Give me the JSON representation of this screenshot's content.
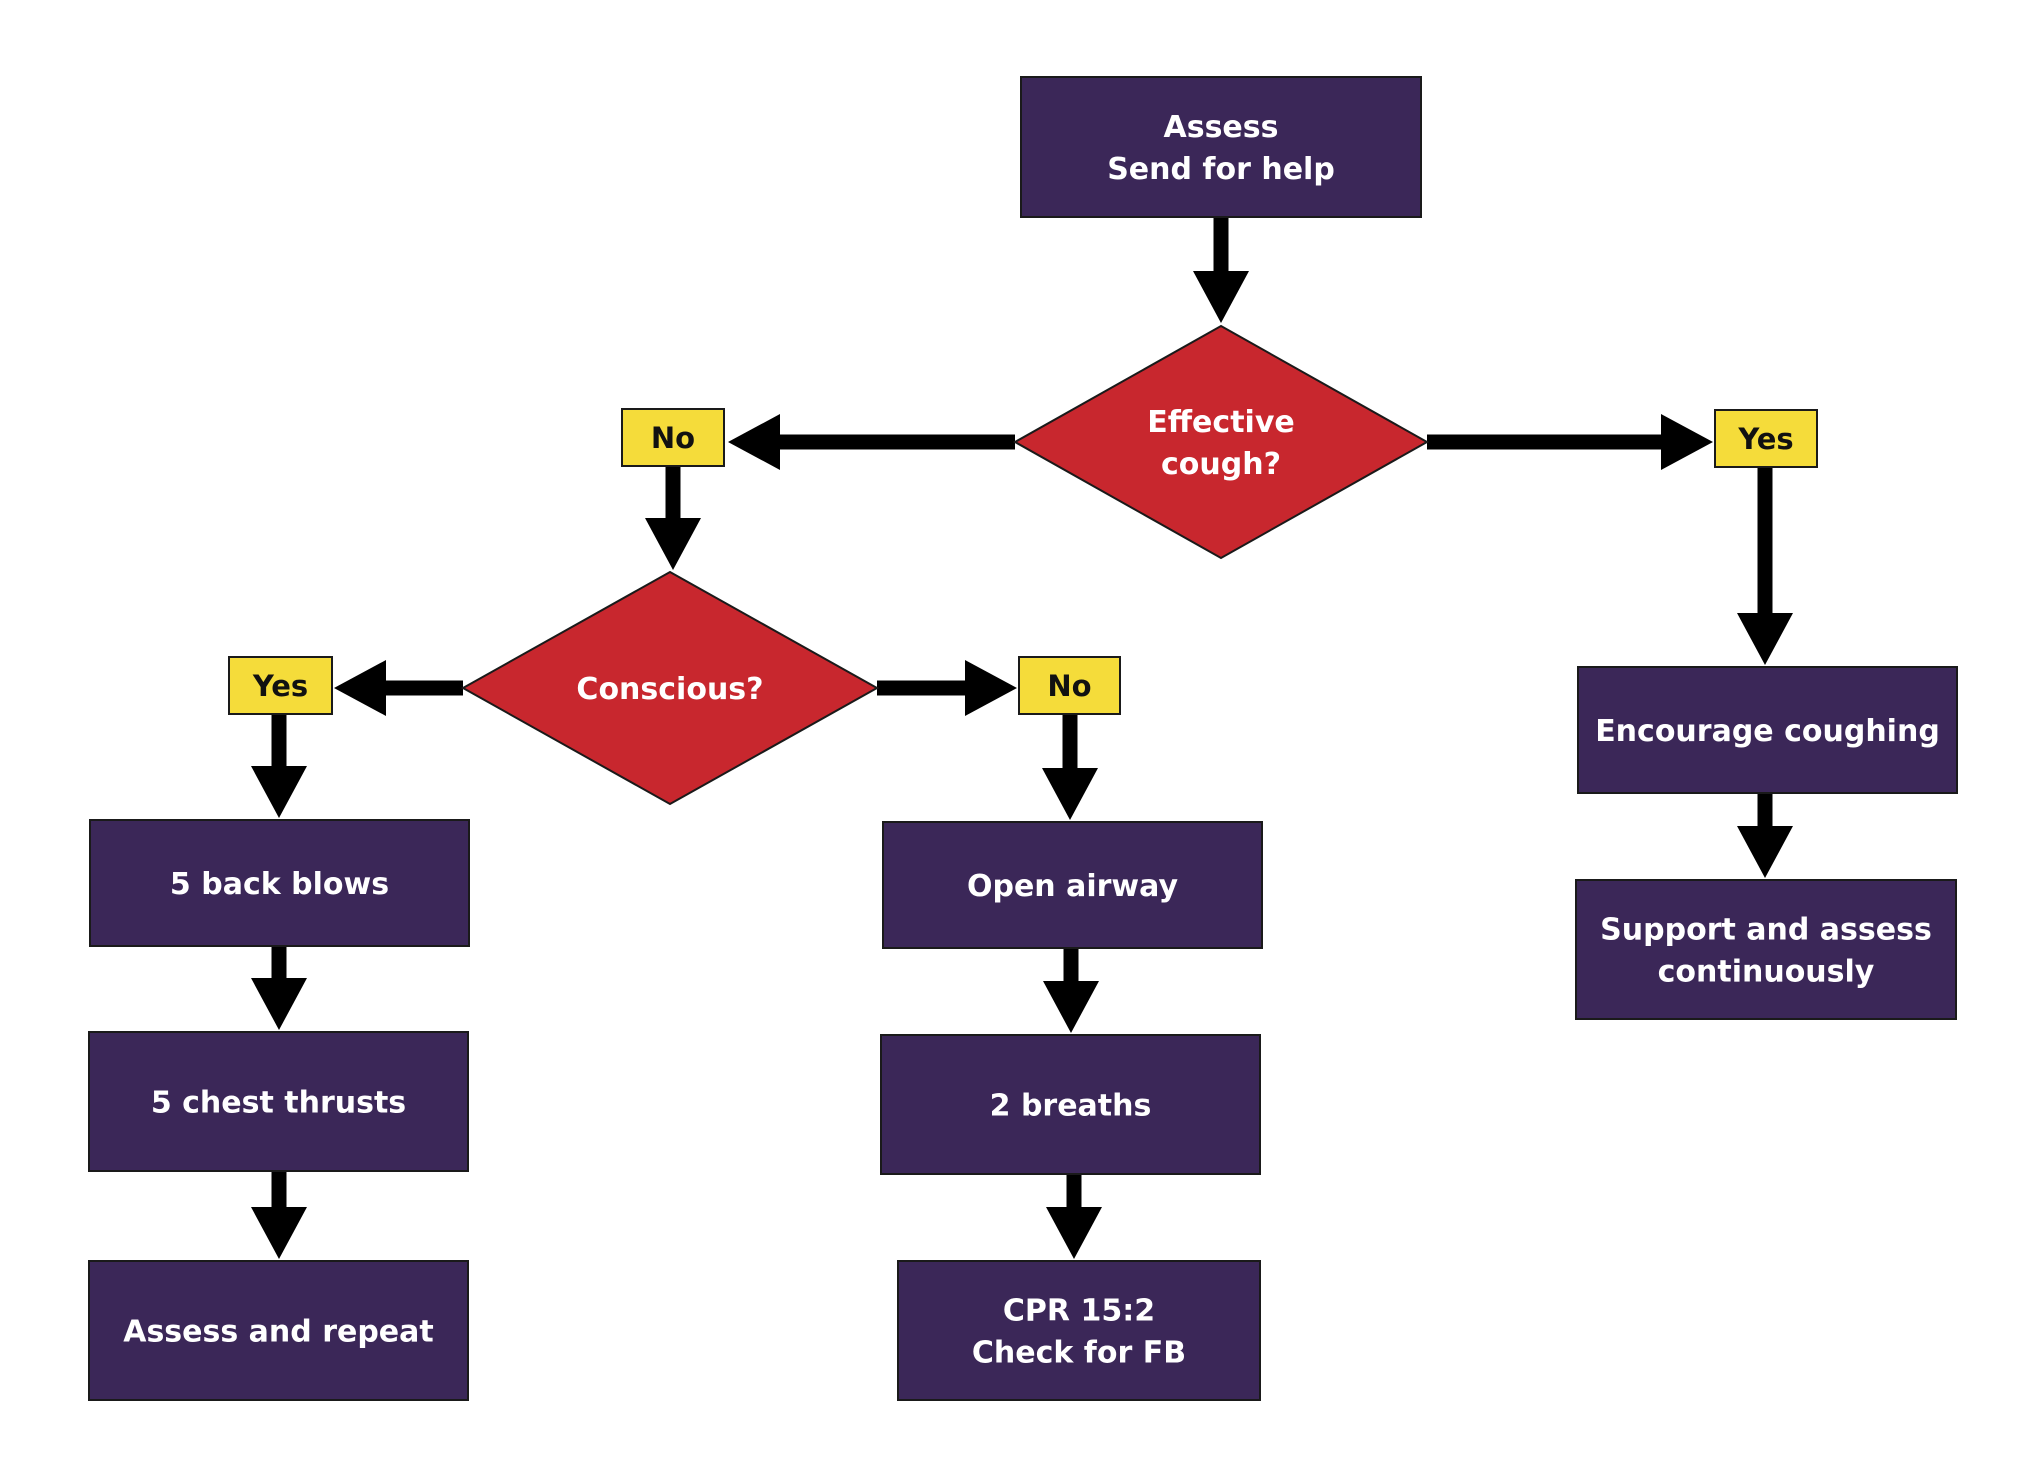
{
  "diagram": {
    "nodes": {
      "assess": {
        "lines": [
          "Assess",
          "Send for help"
        ]
      },
      "effective_cough": {
        "lines": [
          "Effective",
          "cough?"
        ]
      },
      "no_top": {
        "lines": [
          "No"
        ]
      },
      "yes_top": {
        "lines": [
          "Yes"
        ]
      },
      "conscious": {
        "lines": [
          "Conscious?"
        ]
      },
      "yes_left": {
        "lines": [
          "Yes"
        ]
      },
      "no_mid": {
        "lines": [
          "No"
        ]
      },
      "back_blows": {
        "lines": [
          "5 back blows"
        ]
      },
      "chest_thrusts": {
        "lines": [
          "5 chest thrusts"
        ]
      },
      "assess_repeat": {
        "lines": [
          "Assess and repeat"
        ]
      },
      "open_airway": {
        "lines": [
          "Open airway"
        ]
      },
      "two_breaths": {
        "lines": [
          "2 breaths"
        ]
      },
      "cpr": {
        "lines": [
          "CPR 15:2",
          "Check for FB"
        ]
      },
      "encourage": {
        "lines": [
          "Encourage coughing"
        ]
      },
      "support": {
        "lines": [
          "Support and assess",
          "continuously"
        ]
      }
    },
    "colors": {
      "box": "#3b2758",
      "decision": "#c8272e",
      "label": "#f5dc3a",
      "arrow": "#000000"
    }
  }
}
